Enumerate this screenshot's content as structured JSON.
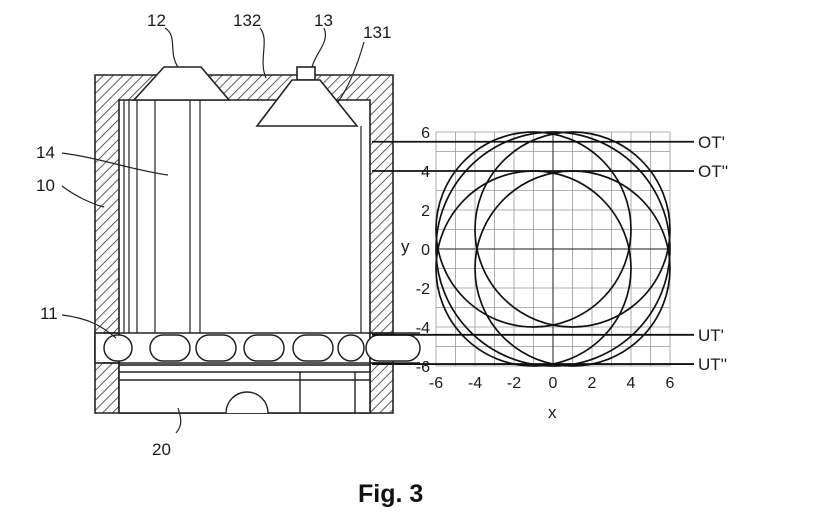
{
  "labels": {
    "nozzle_12": "12",
    "wall_132": "132",
    "sensor_13": "13",
    "cone_131": "131",
    "chamber_14": "14",
    "housing_10": "10",
    "parts_11": "11",
    "base_20": "20"
  },
  "chart_data": {
    "type": "diagram-plot",
    "xlabel": "x",
    "ylabel": "y",
    "xlim": [
      -6,
      6
    ],
    "ylim": [
      -6,
      6
    ],
    "x_ticks": [
      "-6",
      "-4",
      "-2",
      "0",
      "2",
      "4",
      "6"
    ],
    "y_ticks": [
      "6",
      "4",
      "2",
      "0",
      "-2",
      "-4",
      "-6"
    ],
    "grid": true,
    "circles": [
      {
        "cx": -1,
        "cy": 1,
        "r": 5
      },
      {
        "cx": 1,
        "cy": 1,
        "r": 5
      },
      {
        "cx": -1,
        "cy": -1,
        "r": 5
      },
      {
        "cx": 1,
        "cy": -1,
        "r": 5
      },
      {
        "cx": 0,
        "cy": 0,
        "r": 6
      }
    ],
    "lines": [
      {
        "label": "OT'",
        "y": 5.5
      },
      {
        "label": "OT''",
        "y": 4
      },
      {
        "label": "UT'",
        "y": -4.4
      },
      {
        "label": "UT''",
        "y": -5.9
      }
    ]
  },
  "caption": "Fig. 3"
}
